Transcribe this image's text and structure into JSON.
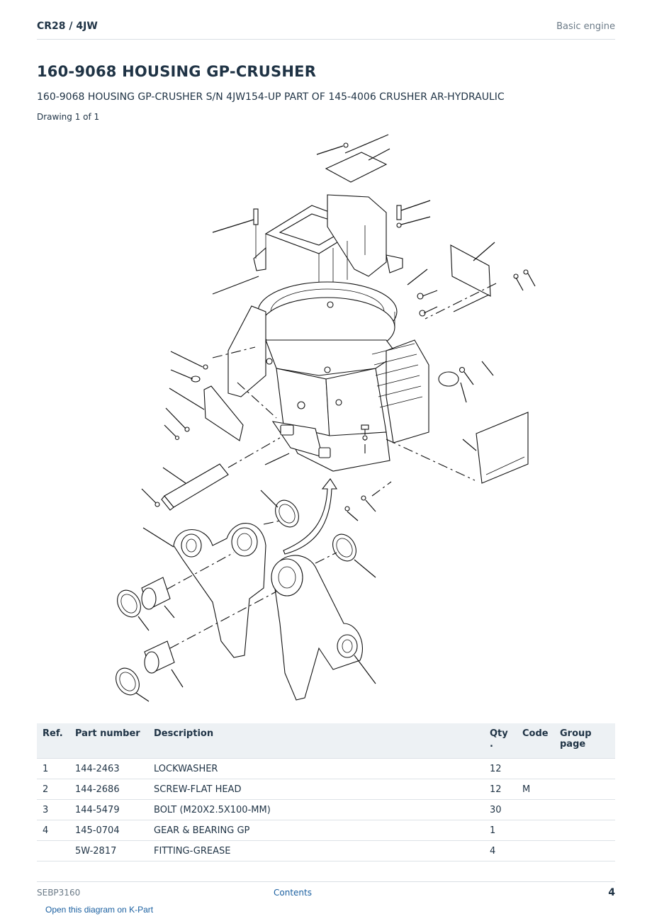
{
  "header": {
    "model": "CR28  /  4JW",
    "section": "Basic engine"
  },
  "title": "160-9068 HOUSING GP-CRUSHER",
  "subtitle": "160-9068 HOUSING GP-CRUSHER S/N 4JW154-UP PART OF 145-4006 CRUSHER AR-HYDRAULIC",
  "drawing_label": "Drawing 1 of 1",
  "table": {
    "headers": {
      "ref": "Ref.",
      "part_number": "Part number",
      "description": "Description",
      "qty": "Qty\n.",
      "code": "Code",
      "group_page": "Group\npage"
    },
    "rows": [
      {
        "ref": "1",
        "part_number": "144-2463",
        "description": "LOCKWASHER",
        "qty": "12",
        "code": "",
        "group_page": ""
      },
      {
        "ref": "2",
        "part_number": "144-2686",
        "description": "SCREW-FLAT HEAD",
        "qty": "12",
        "code": "M",
        "group_page": ""
      },
      {
        "ref": "3",
        "part_number": "144-5479",
        "description": "BOLT (M20X2.5X100-MM)",
        "qty": "30",
        "code": "",
        "group_page": ""
      },
      {
        "ref": "4",
        "part_number": "145-0704",
        "description": "GEAR & BEARING GP",
        "qty": "1",
        "code": "",
        "group_page": ""
      },
      {
        "ref": "",
        "part_number": "5W-2817",
        "description": "FITTING-GREASE",
        "qty": "4",
        "code": "",
        "group_page": ""
      }
    ]
  },
  "footer": {
    "doc_id": "SEBP3160",
    "contents_link": "Contents",
    "page_number": "4",
    "open_diagram_link": "Open this diagram on K-Part"
  }
}
